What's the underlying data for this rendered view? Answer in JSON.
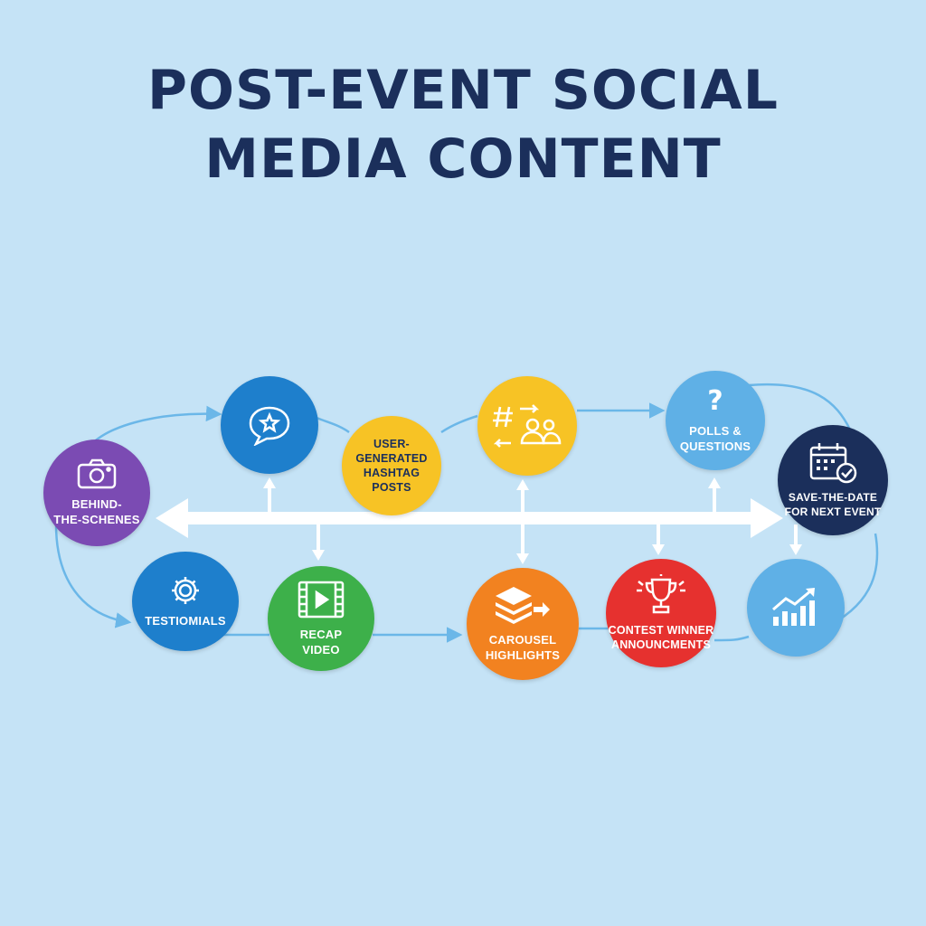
{
  "title": {
    "line1": "POST-EVENT SOCIAL",
    "line2": "MEDIA CONTENT"
  },
  "colors": {
    "background": "#c5e3f6",
    "title": "#1b2f5b",
    "flow_line": "#6bb7e8",
    "main_arrow": "#ffffff"
  },
  "nodes": {
    "behind_scenes": {
      "label": "BEHIND-\nTHE-SCHENES",
      "icon": "camera-icon",
      "color": "#7b4bb3"
    },
    "review_chat": {
      "label": "",
      "icon": "star-chat-icon",
      "color": "#1e7fcc"
    },
    "ugc": {
      "label": "USER-\nGENERATED\nHASHTAG\nPOSTS",
      "color": "#f7c325"
    },
    "hashtag": {
      "label": "",
      "icon": "hashtag-people-icon",
      "color": "#f7c325"
    },
    "polls": {
      "label": "POLLS &\nQUESTIONS",
      "icon": "question-icon",
      "color": "#5fb0e6"
    },
    "save_date": {
      "label": "SAVE-THE-DATE\nFOR NEXT EVENT",
      "icon": "calendar-check-icon",
      "color": "#1b2f5b"
    },
    "testimonials": {
      "label": "TESTIOMIALS",
      "icon": "gear-icon",
      "color": "#1e7fcc"
    },
    "recap": {
      "label": "RECAP\nVIDEO",
      "icon": "video-play-icon",
      "color": "#3db04a"
    },
    "carousel": {
      "label": "CAROUSEL\nHIGHLIGHTS",
      "icon": "layers-arrow-icon",
      "color": "#f28220"
    },
    "contest": {
      "label": "CONTEST WINNER\nANNOUNCMENTS",
      "icon": "trophy-icon",
      "color": "#e6312f"
    },
    "growth": {
      "label": "",
      "icon": "growth-chart-icon",
      "color": "#5fb0e6"
    }
  }
}
